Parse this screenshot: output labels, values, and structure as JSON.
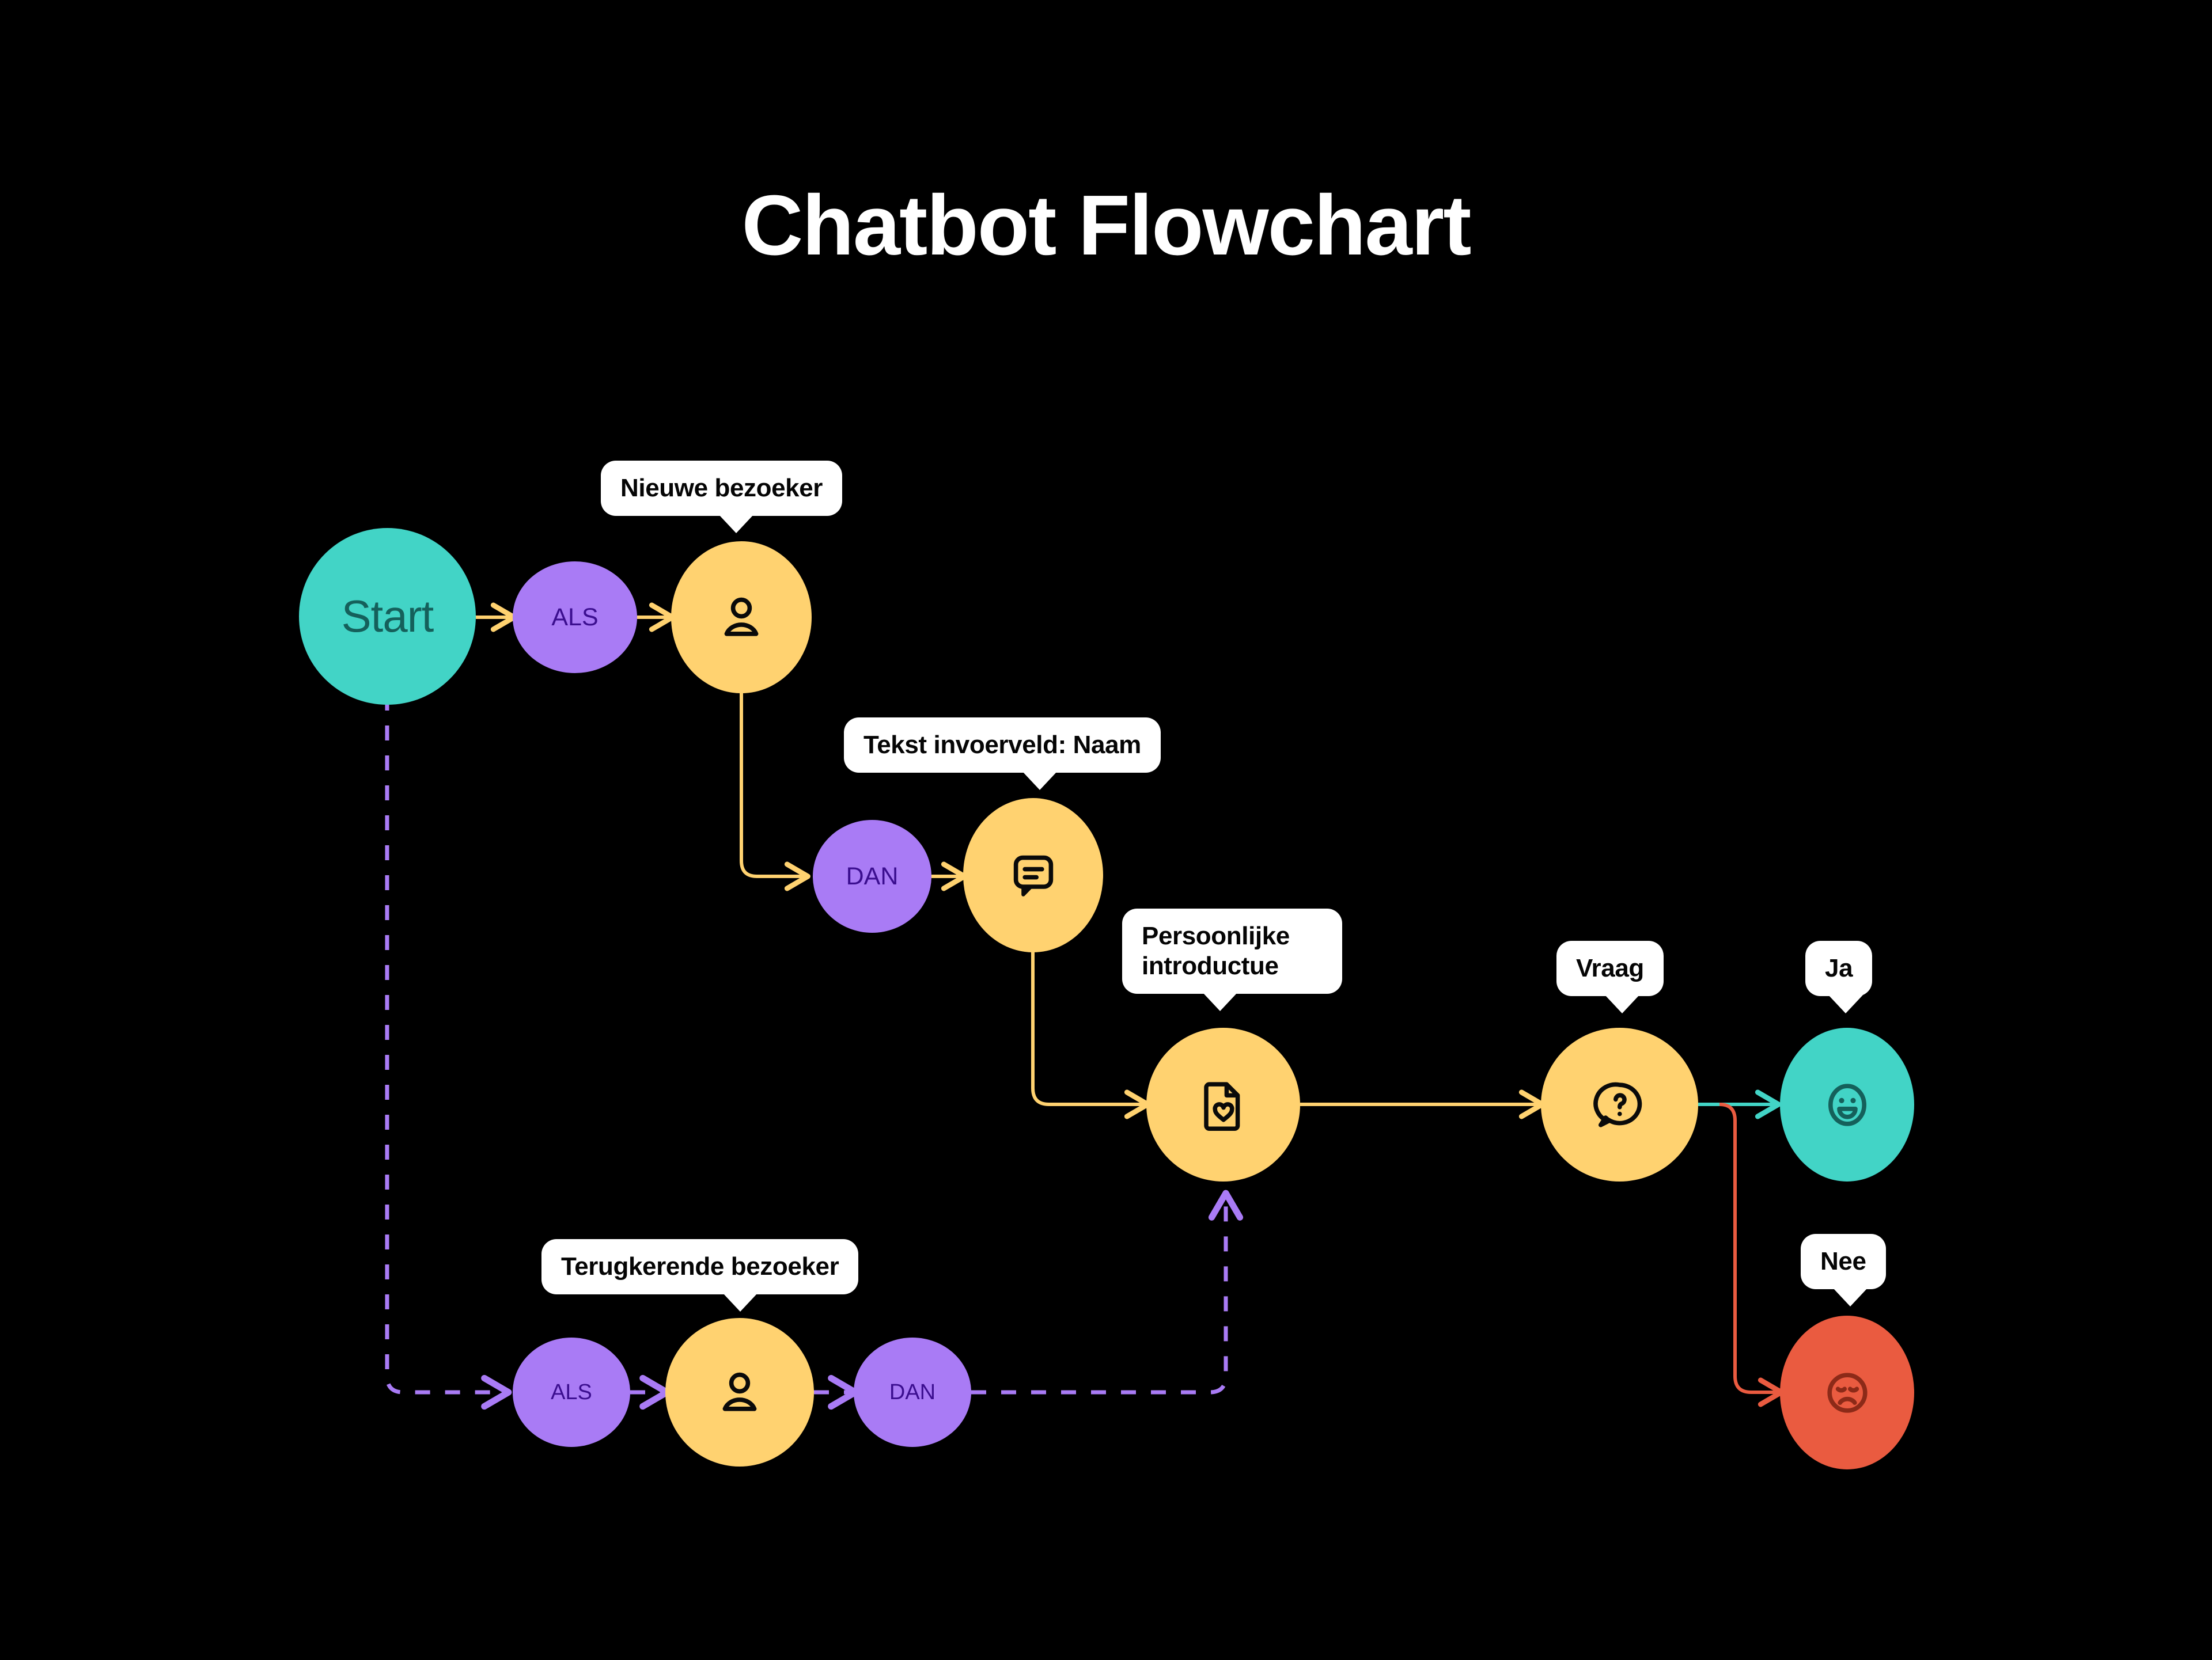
{
  "page": {
    "title": "Chatbot Flowchart",
    "background_color": "#000000",
    "title_color": "#ffffff"
  },
  "palette": {
    "teal": "#42D4C6",
    "teal_dark": "#15605B",
    "amber": "#FFD270",
    "purple": "#A97BF5",
    "purple_dark": "#3B0E8F",
    "red": "#EA5B40",
    "red_dark": "#8C2A18",
    "white": "#ffffff",
    "black": "#000000"
  },
  "nodes": {
    "start": {
      "label": "Start",
      "shape": "circle",
      "color": "#42D4C6",
      "icon": ""
    },
    "als_top": {
      "label": "ALS",
      "shape": "circle",
      "color": "#A97BF5"
    },
    "new_visitor": {
      "label": "",
      "shape": "circle",
      "color": "#FFD270",
      "icon": "user-icon"
    },
    "dan_top": {
      "label": "DAN",
      "shape": "circle",
      "color": "#A97BF5"
    },
    "text_field": {
      "label": "",
      "shape": "circle",
      "color": "#FFD270",
      "icon": "chat-message-icon"
    },
    "intro": {
      "label": "",
      "shape": "circle",
      "color": "#FFD270",
      "icon": "document-heart-icon"
    },
    "question": {
      "label": "",
      "shape": "circle",
      "color": "#FFD270",
      "icon": "question-bubble-icon"
    },
    "yes": {
      "label": "",
      "shape": "circle",
      "color": "#42D4C6",
      "icon": "happy-face-icon"
    },
    "no": {
      "label": "",
      "shape": "circle",
      "color": "#EA5B40",
      "icon": "sad-face-icon"
    },
    "als_bottom": {
      "label": "ALS",
      "shape": "circle",
      "color": "#A97BF5"
    },
    "returning_visitor": {
      "label": "",
      "shape": "circle",
      "color": "#FFD270",
      "icon": "user-icon"
    },
    "dan_bottom": {
      "label": "DAN",
      "shape": "circle",
      "color": "#A97BF5"
    }
  },
  "tooltips": {
    "new_visitor": "Nieuwe bezoeker",
    "text_field": "Tekst invoerveld: Naam",
    "intro_line1": "Persoonlijke",
    "intro_line2": "introductue",
    "question": "Vraag",
    "yes": "Ja",
    "no": "Nee",
    "returning_visitor": "Terugkerende bezoeker"
  },
  "edges": [
    {
      "from": "start",
      "to": "als_top",
      "style": "solid",
      "color": "#FFD270"
    },
    {
      "from": "als_top",
      "to": "new_visitor",
      "style": "solid",
      "color": "#FFD270"
    },
    {
      "from": "new_visitor",
      "to": "dan_top",
      "style": "solid",
      "color": "#FFD270"
    },
    {
      "from": "dan_top",
      "to": "text_field",
      "style": "solid",
      "color": "#FFD270"
    },
    {
      "from": "text_field",
      "to": "intro",
      "style": "solid",
      "color": "#FFD270"
    },
    {
      "from": "intro",
      "to": "question",
      "style": "solid",
      "color": "#FFD270"
    },
    {
      "from": "question",
      "to": "yes",
      "style": "solid",
      "color": "#42D4C6"
    },
    {
      "from": "question",
      "to": "no",
      "style": "solid",
      "color": "#EA5B40"
    },
    {
      "from": "start",
      "to": "als_bottom",
      "style": "dashed",
      "color": "#A97BF5"
    },
    {
      "from": "als_bottom",
      "to": "returning_visitor",
      "style": "dashed",
      "color": "#A97BF5"
    },
    {
      "from": "returning_visitor",
      "to": "dan_bottom",
      "style": "dashed",
      "color": "#A97BF5"
    },
    {
      "from": "dan_bottom",
      "to": "intro",
      "style": "dashed",
      "color": "#A97BF5"
    }
  ]
}
